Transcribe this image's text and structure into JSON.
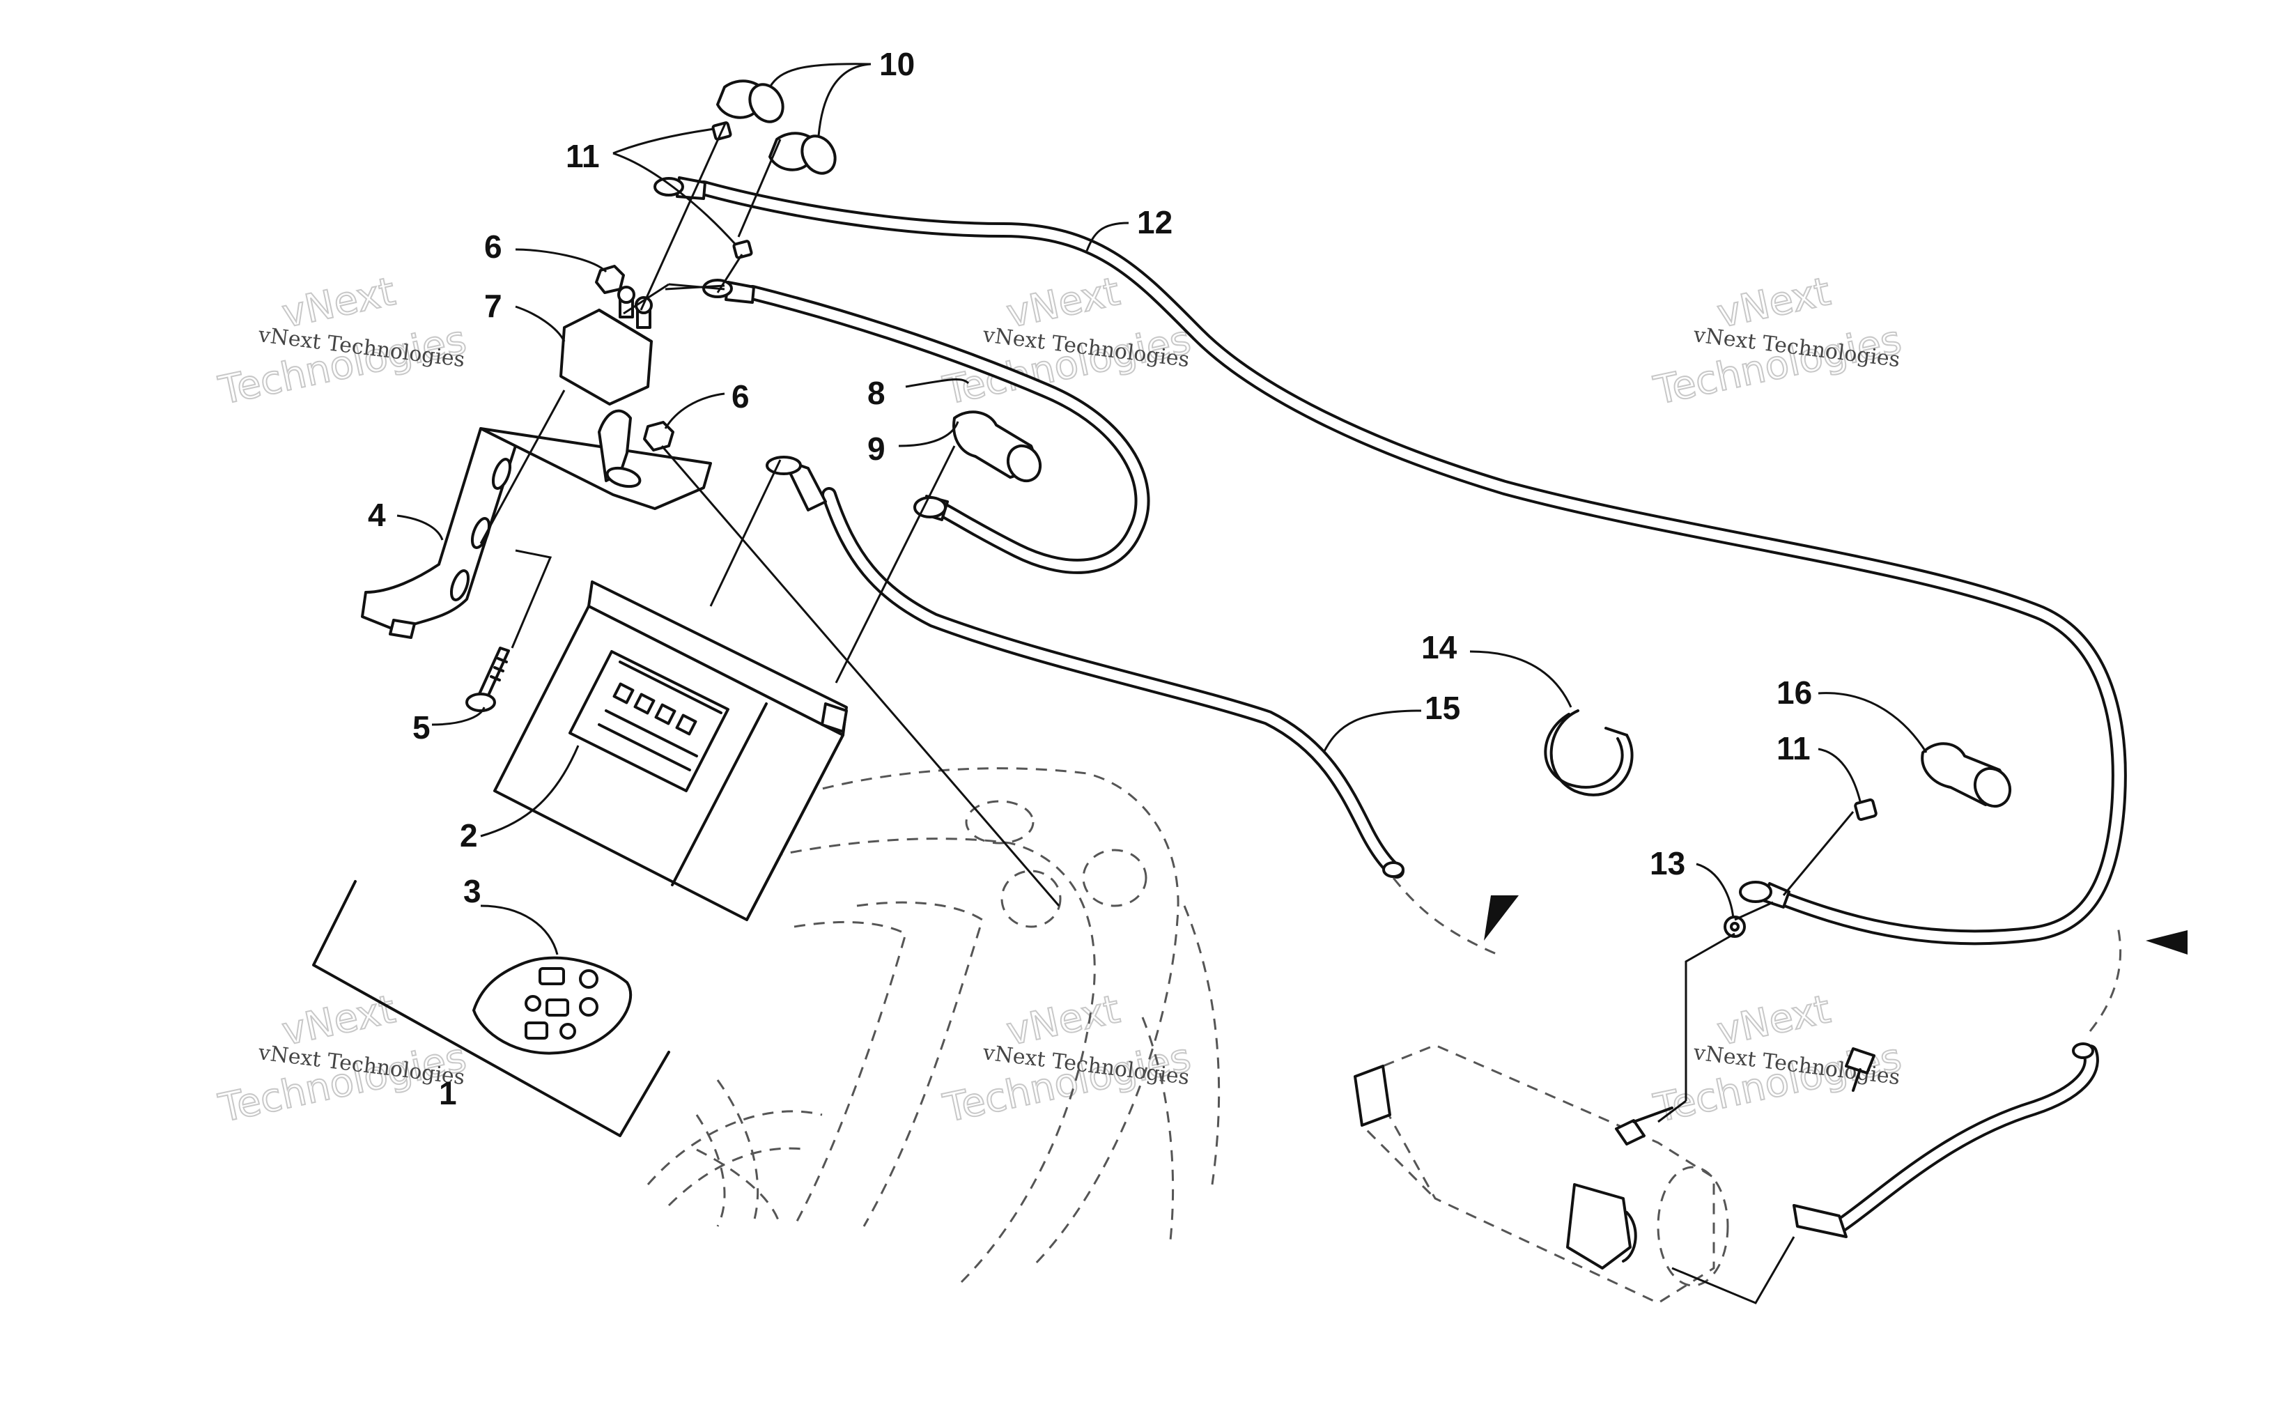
{
  "callouts": [
    {
      "id": "1",
      "label": "1"
    },
    {
      "id": "2",
      "label": "2"
    },
    {
      "id": "3",
      "label": "3"
    },
    {
      "id": "4",
      "label": "4"
    },
    {
      "id": "5",
      "label": "5"
    },
    {
      "id": "6a",
      "label": "6"
    },
    {
      "id": "6b",
      "label": "6"
    },
    {
      "id": "7",
      "label": "7"
    },
    {
      "id": "8",
      "label": "8"
    },
    {
      "id": "9",
      "label": "9"
    },
    {
      "id": "10",
      "label": "10"
    },
    {
      "id": "11a",
      "label": "11"
    },
    {
      "id": "11b",
      "label": "11"
    },
    {
      "id": "12",
      "label": "12"
    },
    {
      "id": "13",
      "label": "13"
    },
    {
      "id": "14",
      "label": "14"
    },
    {
      "id": "15",
      "label": "15"
    },
    {
      "id": "16",
      "label": "16"
    }
  ],
  "watermark": {
    "brand_line": "vNext Technologies",
    "word_top": "vNext",
    "word_bottom": "Technologies"
  }
}
